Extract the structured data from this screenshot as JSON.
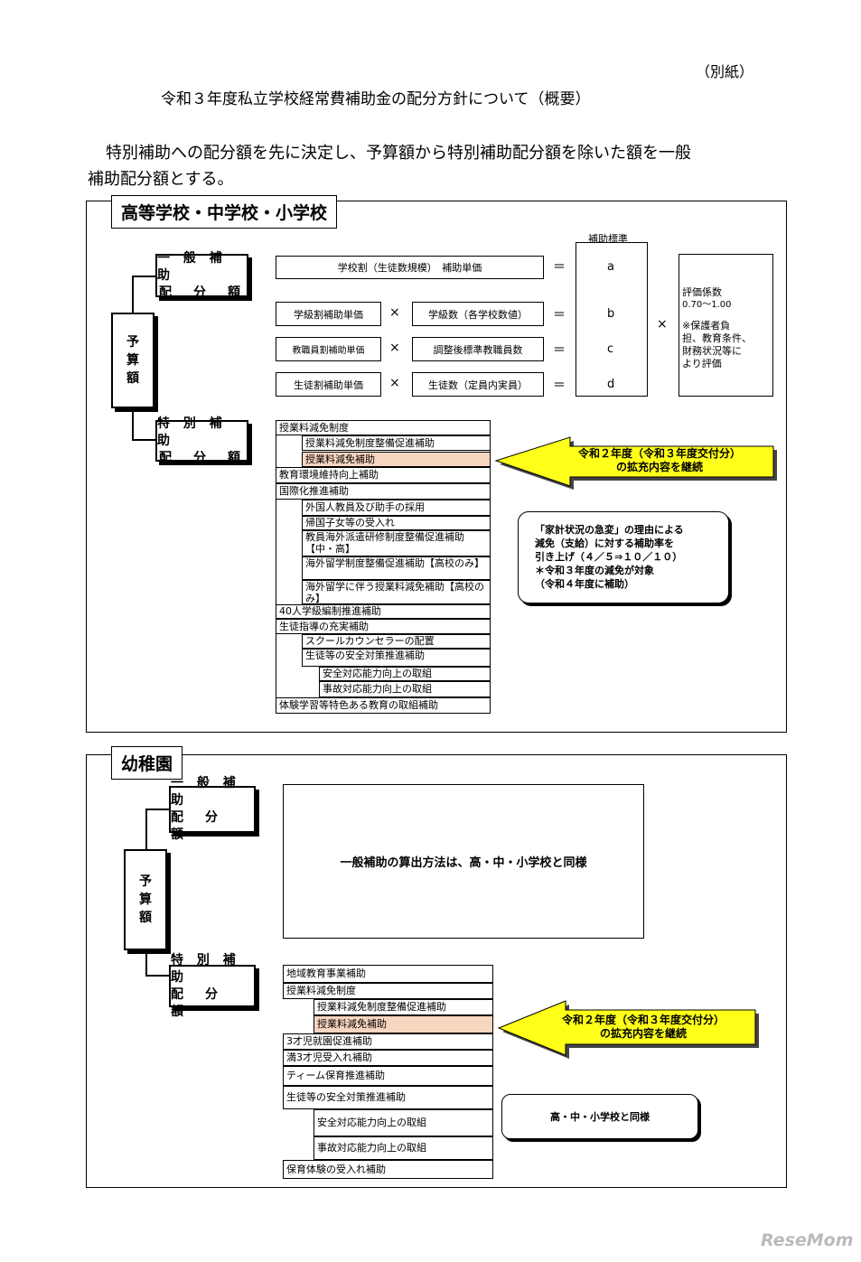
{
  "header": {
    "attachment": "（別紙）",
    "title": "令和３年度私立学校経常費補助金の配分方針について（概要）",
    "intro_line1": "特別補助への配分額を先に決定し、予算額から特別補助配分額を除いた額を一般",
    "intro_line2": "補助配分額とする。"
  },
  "section1": {
    "title": "高等学校・中学校・小学校",
    "budget": [
      "予",
      "算",
      "額"
    ],
    "general": {
      "line1": "一 般 補 助",
      "line2": "配　分　額"
    },
    "special": {
      "line1": "特 別 補 助",
      "line2": "配　分　額"
    },
    "formula": {
      "row1": "学校割（生徒数規模）　補助単価",
      "row2a": "学級割補助単価",
      "row2b": "学級数（各学校数値）",
      "row3a": "教職員割補助単価",
      "row3b": "調整後標準教職員数",
      "row4a": "生徒割補助単価",
      "row4b": "生徒数（定員内実員）",
      "times": "×",
      "equals": "＝",
      "standard_label": "補助標準",
      "standards": [
        "a",
        "b",
        "c",
        "d"
      ],
      "coef_title": "評価係数",
      "coef_range": "0.70～1.00",
      "coef_note": [
        "※保護者負",
        "担、教育条件、",
        "財務状況等に",
        "より評価"
      ]
    },
    "items": [
      {
        "text": "授業料減免制度",
        "level": 0
      },
      {
        "text": "授業料減免制度整備促進補助",
        "level": 1
      },
      {
        "text": "授業料減免補助",
        "level": 1,
        "highlight": true
      },
      {
        "text": "教育環境維持向上補助",
        "level": 0
      },
      {
        "text": "国際化推進補助",
        "level": 0
      },
      {
        "text": "外国人教員及び助手の採用",
        "level": 1
      },
      {
        "text": "帰国子女等の受入れ",
        "level": 1
      },
      {
        "text": "教員海外派遣研修制度整備促進補助【中・高】",
        "level": 1
      },
      {
        "text": "海外留学制度整備促進補助【高校のみ】",
        "level": 1
      },
      {
        "text": "海外留学に伴う授業料減免補助【高校のみ】",
        "level": 1
      },
      {
        "text": "40人学級編制推進補助",
        "level": 0
      },
      {
        "text": "生徒指導の充実補助",
        "level": 0
      },
      {
        "text": "スクールカウンセラーの配置",
        "level": 1
      },
      {
        "text": "生徒等の安全対策推進補助",
        "level": 1
      },
      {
        "text": "安全対応能力向上の取組",
        "level": 2
      },
      {
        "text": "事故対応能力向上の取組",
        "level": 2
      },
      {
        "text": "体験学習等特色ある教育の取組補助",
        "level": 0
      }
    ],
    "arrow": {
      "line1": "令和２年度（令和３年度交付分）",
      "line2": "の拡充内容を継続"
    },
    "note": [
      "「家計状況の急変」の理由による",
      "減免（支給）に対する補助率を",
      "引き上げ（４／５⇒１０／１０）",
      "＊令和３年度の減免が対象",
      "（令和４年度に補助）"
    ]
  },
  "section2": {
    "title": "幼稚園",
    "budget": [
      "予",
      "算",
      "額"
    ],
    "general": {
      "line1": "一 般 補 助",
      "line2": "配　分　額"
    },
    "special": {
      "line1": "特 別 補 助",
      "line2": "配　分　額"
    },
    "general_text": "一般補助の算出方法は、高・中・小学校と同様",
    "items": [
      {
        "text": "地域教育事業補助",
        "level": 0
      },
      {
        "text": "授業料減免制度",
        "level": 0
      },
      {
        "text": "授業料減免制度整備促進補助",
        "level": 1
      },
      {
        "text": "授業料減免補助",
        "level": 1,
        "highlight": true
      },
      {
        "text": "3才児就園促進補助",
        "level": 0
      },
      {
        "text": "満3才児受入れ補助",
        "level": 0
      },
      {
        "text": "ティーム保育推進補助",
        "level": 0
      },
      {
        "text": "生徒等の安全対策推進補助",
        "level": 0
      },
      {
        "text": "安全対応能力向上の取組",
        "level": 1
      },
      {
        "text": "事故対応能力向上の取組",
        "level": 1
      },
      {
        "text": "保育体験の受入れ補助",
        "level": 0
      }
    ],
    "arrow": {
      "line1": "令和２年度（令和３年度交付分）",
      "line2": "の拡充内容を継続"
    },
    "note": "高・中・小学校と同様"
  },
  "watermark": "ReseMom"
}
